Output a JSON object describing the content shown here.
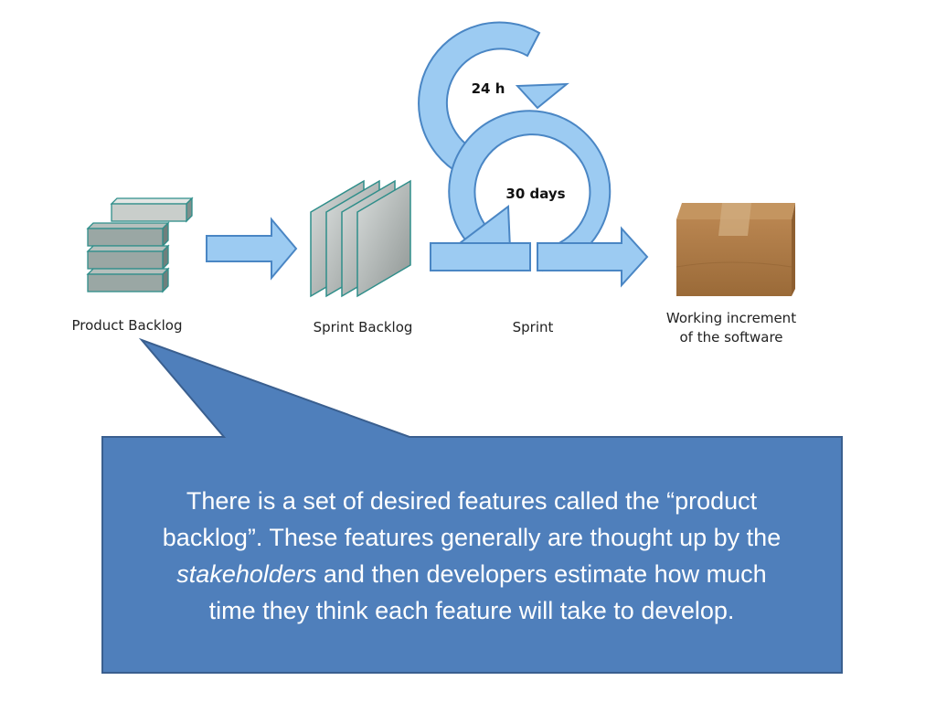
{
  "colors": {
    "arrow_fill": "#9ccbf2",
    "arrow_stroke": "#4a86c4",
    "backlog_fill": "#aebbb8",
    "backlog_stroke": "#2f8e8a",
    "box_fill": "#a8733f",
    "callout_fill": "#4f7fbb",
    "callout_stroke": "#3a5f8f",
    "callout_text": "#ffffff"
  },
  "diagram": {
    "stages": [
      {
        "label": "Product Backlog",
        "icon": "stacked-bricks-icon"
      },
      {
        "label": "Sprint Backlog",
        "icon": "stacked-sheets-icon"
      },
      {
        "label": "Sprint",
        "icon": "sprint-cycle-icon"
      },
      {
        "label_line1": "Working increment",
        "label_line2": "of the software",
        "icon": "cardboard-box-icon"
      }
    ],
    "daily_loop": "24 h",
    "sprint_loop": "30 days"
  },
  "callout": {
    "line1": "There is a set of desired features called the “product",
    "line2": "backlog”.  These features generally are thought up by the",
    "line3_em": "stakeholders",
    "line3_rest": " and then developers estimate how much",
    "line4": "time they think each feature will take to develop."
  }
}
